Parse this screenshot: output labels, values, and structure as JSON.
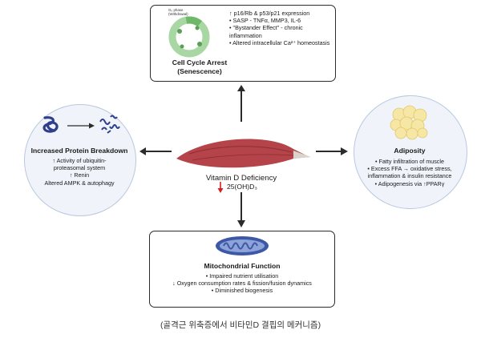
{
  "center": {
    "title": "Vitamin D Deficiency",
    "level": "25(OH)D₃"
  },
  "top": {
    "icon_label_line1": "G₀ phase",
    "icon_label_line2": "(Withdrawal)",
    "bullets": [
      "↑ p16/Rb & p53/p21 expression",
      "SASP - TNFα, MMP3, IL-6",
      "\"Bystander Effect\" - chronic inflammation",
      "Altered intracellular Ca²⁺ homeostasis"
    ],
    "title_line1": "Cell Cycle Arrest",
    "title_line2": "(Senescence)"
  },
  "left": {
    "title": "Increased Protein Breakdown",
    "line1": "↑ Activity of ubiquitin-proteasomal system",
    "line2": "↑ Renin",
    "line3": "Altered AMPK & autophagy"
  },
  "right": {
    "title": "Adiposity",
    "bullets": [
      "Fatty infiltration of muscle",
      "Excess FFA → oxidative stress, inflammation & insulin resistance",
      "Adipogenesis via ↑PPARγ"
    ]
  },
  "bottom": {
    "title": "Mitochondrial Function",
    "bullets": [
      "Impaired nutrient utilisation",
      "↓ Oxygen consumption rates & fission/fusion dynamics",
      "Diminished biogenesis"
    ]
  },
  "caption": "(골격근 위축증에서 비타민D 결핍의 메커니즘)",
  "colors": {
    "muscle": "#b5434a",
    "arrow": "#2b2b2b",
    "down_arrow": "#d42020",
    "circle_fill": "#f0f4fa",
    "mito": "#3e58a8",
    "fat": "#f6e7a6",
    "cycle": "#a9d7a4"
  }
}
